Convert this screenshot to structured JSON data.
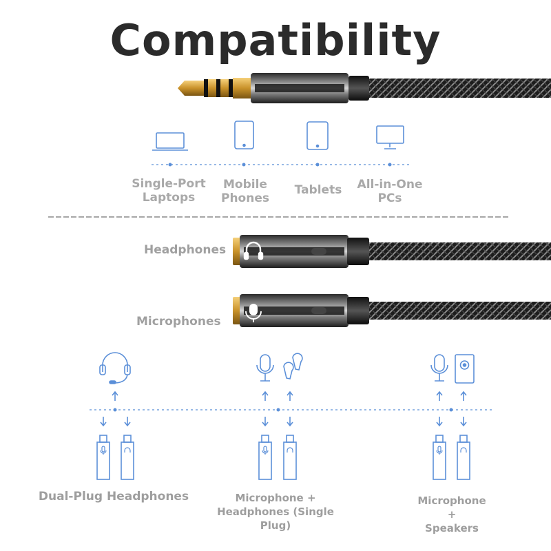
{
  "title": "Compatibility",
  "devices": [
    {
      "label_line1": "Single-Port",
      "label_line2": "Laptops",
      "icon": "laptop-icon"
    },
    {
      "label_line1": "Mobile",
      "label_line2": "Phones",
      "icon": "phone-icon"
    },
    {
      "label_line1": "Tablets",
      "label_line2": "",
      "icon": "tablet-icon"
    },
    {
      "label_line1": "All-in-One",
      "label_line2": "PCs",
      "icon": "monitor-icon"
    }
  ],
  "plugs": [
    {
      "label": "Headphones",
      "icon": "headphone-icon"
    },
    {
      "label": "Microphones",
      "icon": "microphone-icon"
    }
  ],
  "setups": [
    {
      "label_line1": "Dual-Plug Headphones",
      "label_line2": "",
      "label_line3": ""
    },
    {
      "label_line1": "Microphone +",
      "label_line2": "Headphones (Single",
      "label_line3": "Plug)"
    },
    {
      "label_line1": "Microphone",
      "label_line2": "+",
      "label_line3": "Speakers"
    }
  ],
  "colors": {
    "accent_blue": "#5b8fd8",
    "label_gray": "#a9a9a9",
    "title_dark": "#2b2b2b"
  }
}
